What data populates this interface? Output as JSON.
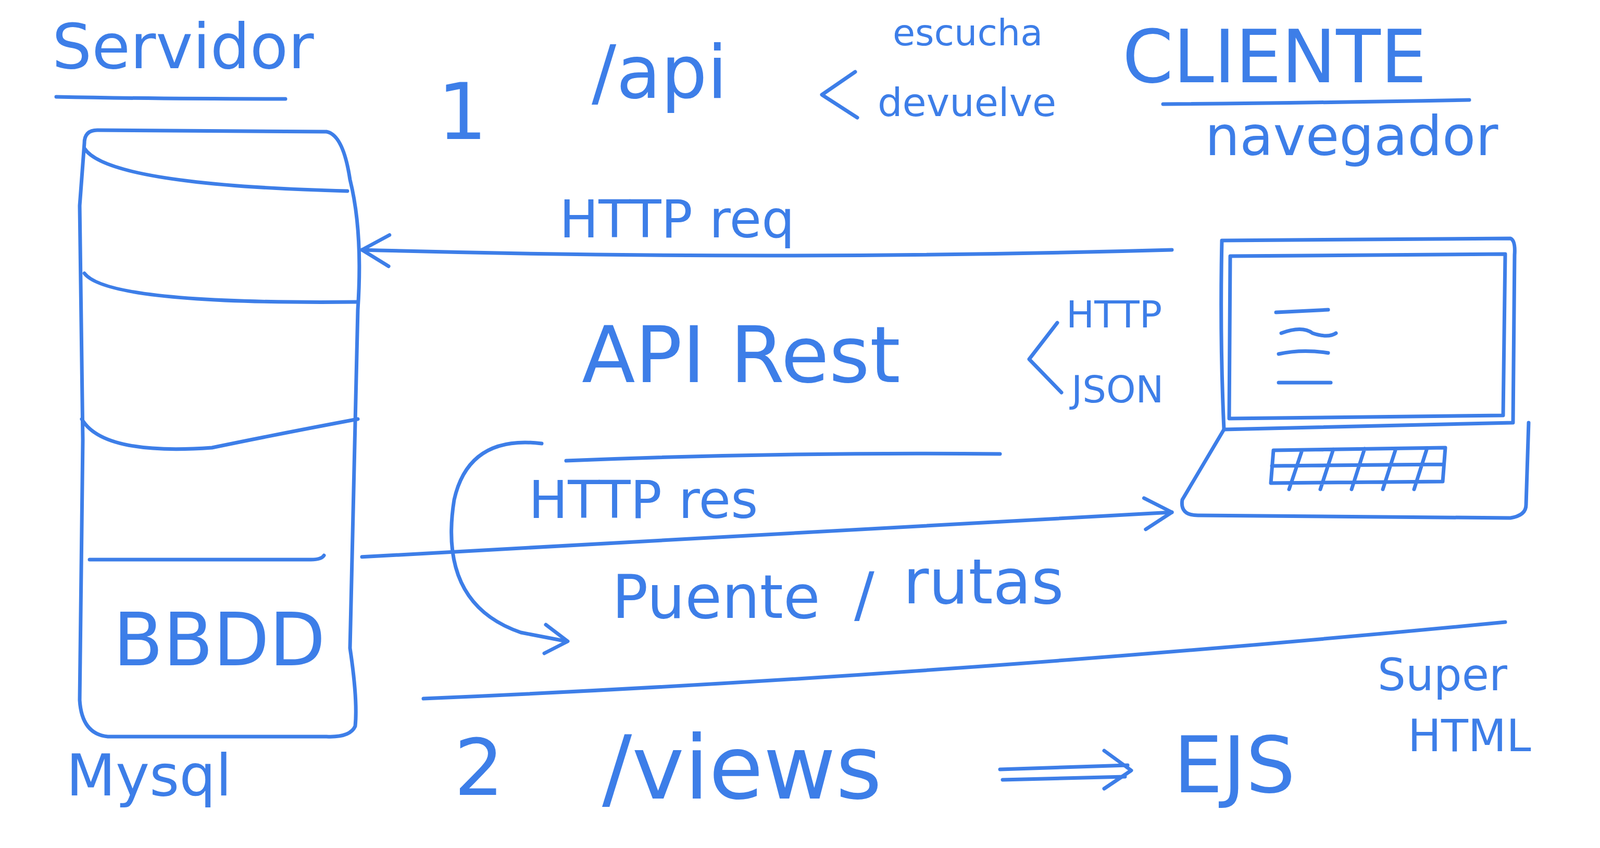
{
  "diagram": {
    "nodes": [
      {
        "text": [
          "BBDD"
        ]
      },
      {
        "text": [
          "navegador"
        ]
      }
    ],
    "edges": [
      {
        "from": 1,
        "to": 0,
        "label": "HTTP req",
        "arrow": "to"
      },
      {
        "from": 0,
        "to": 1,
        "label": "HTTP res",
        "arrow": "to"
      }
    ],
    "labels": [
      "Servidor",
      "Mysql",
      "1",
      "/api",
      "escucha",
      "devuelve",
      "CLIENTE",
      "API Rest",
      "HTTP",
      "JSON",
      "Puente",
      "/",
      "rutas",
      "2",
      "/views",
      "EJS",
      "Super",
      "HTML"
    ]
  }
}
